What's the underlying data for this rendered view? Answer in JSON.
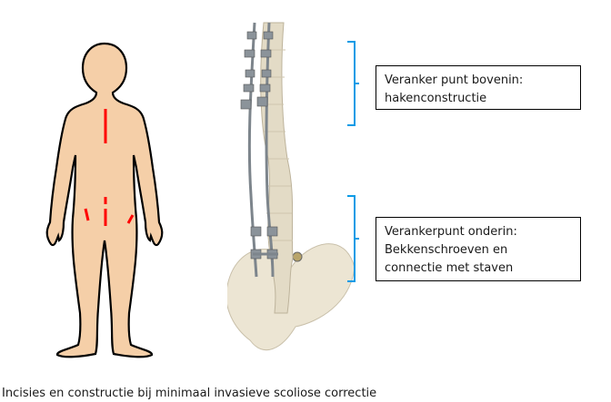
{
  "figure": {
    "title": "Incisies en constructie bij minimaal invasieve scoliose correctie",
    "body_outline": {
      "skin_color": "#f5cfa8",
      "outline_color": "#000000",
      "incision_color": "#ff0000"
    },
    "bracket_color": "#0a9be6"
  },
  "annotations": [
    {
      "id": "upper",
      "line1": "Veranker punt bovenin:",
      "line2": "hakenconstructie"
    },
    {
      "id": "lower",
      "line1": "Verankerpunt onderin:",
      "line2": "Bekkenschroeven en",
      "line3": "connectie met staven"
    }
  ]
}
